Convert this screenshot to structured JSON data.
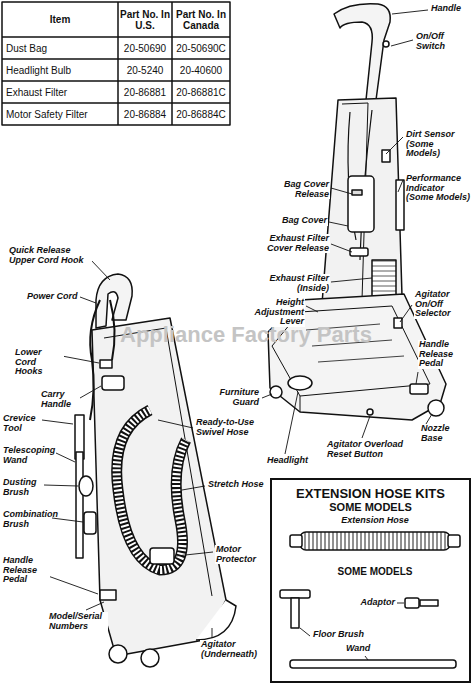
{
  "diagram": {
    "nodes": [
      {
        "text": [
          "EXTENSION HOSE KITS",
          "SOME MODELS"
        ]
      }
    ],
    "edges": [],
    "labels": [
      "Item",
      "Part No. In U.S.",
      "Part No. In Canada",
      "Dust Bag",
      "20-50690",
      "20-50690C",
      "Headlight Bulb",
      "20-5240",
      "20-40600",
      "Exhaust Filter",
      "20-86881",
      "20-86881C",
      "Motor Safety Filter",
      "20-86884",
      "20-86884C",
      "Appliance Factory Parts",
      "Handle",
      "On/Off Switch",
      "Dirt Sensor (Some Models)",
      "Performance Indicator (Some Models)",
      "Bag Cover Release",
      "Bag Cover",
      "Exhaust Filter Cover Release",
      "Exhaust Filter (Inside)",
      "Height Adjustment Lever",
      "Agitator On/Off Selector",
      "Handle Release Pedal",
      "Nozzle Base",
      "Furniture Guard",
      "Headlight",
      "Agitator Overload Reset Button",
      "Quick Release Upper Cord Hook",
      "Power Cord",
      "Lower Cord Hooks",
      "Carry Handle",
      "Crevice Tool",
      "Telescoping Wand",
      "Dusting Brush",
      "Combination Brush",
      "Handle Release Pedal",
      "Model/Serial Numbers",
      "Ready-to-Use Swivel Hose",
      "Stretch Hose",
      "Motor Protector",
      "Agitator (Underneath)",
      "Extension Hose",
      "SOME MODELS",
      "Adaptor",
      "Floor Brush",
      "Wand"
    ]
  }
}
